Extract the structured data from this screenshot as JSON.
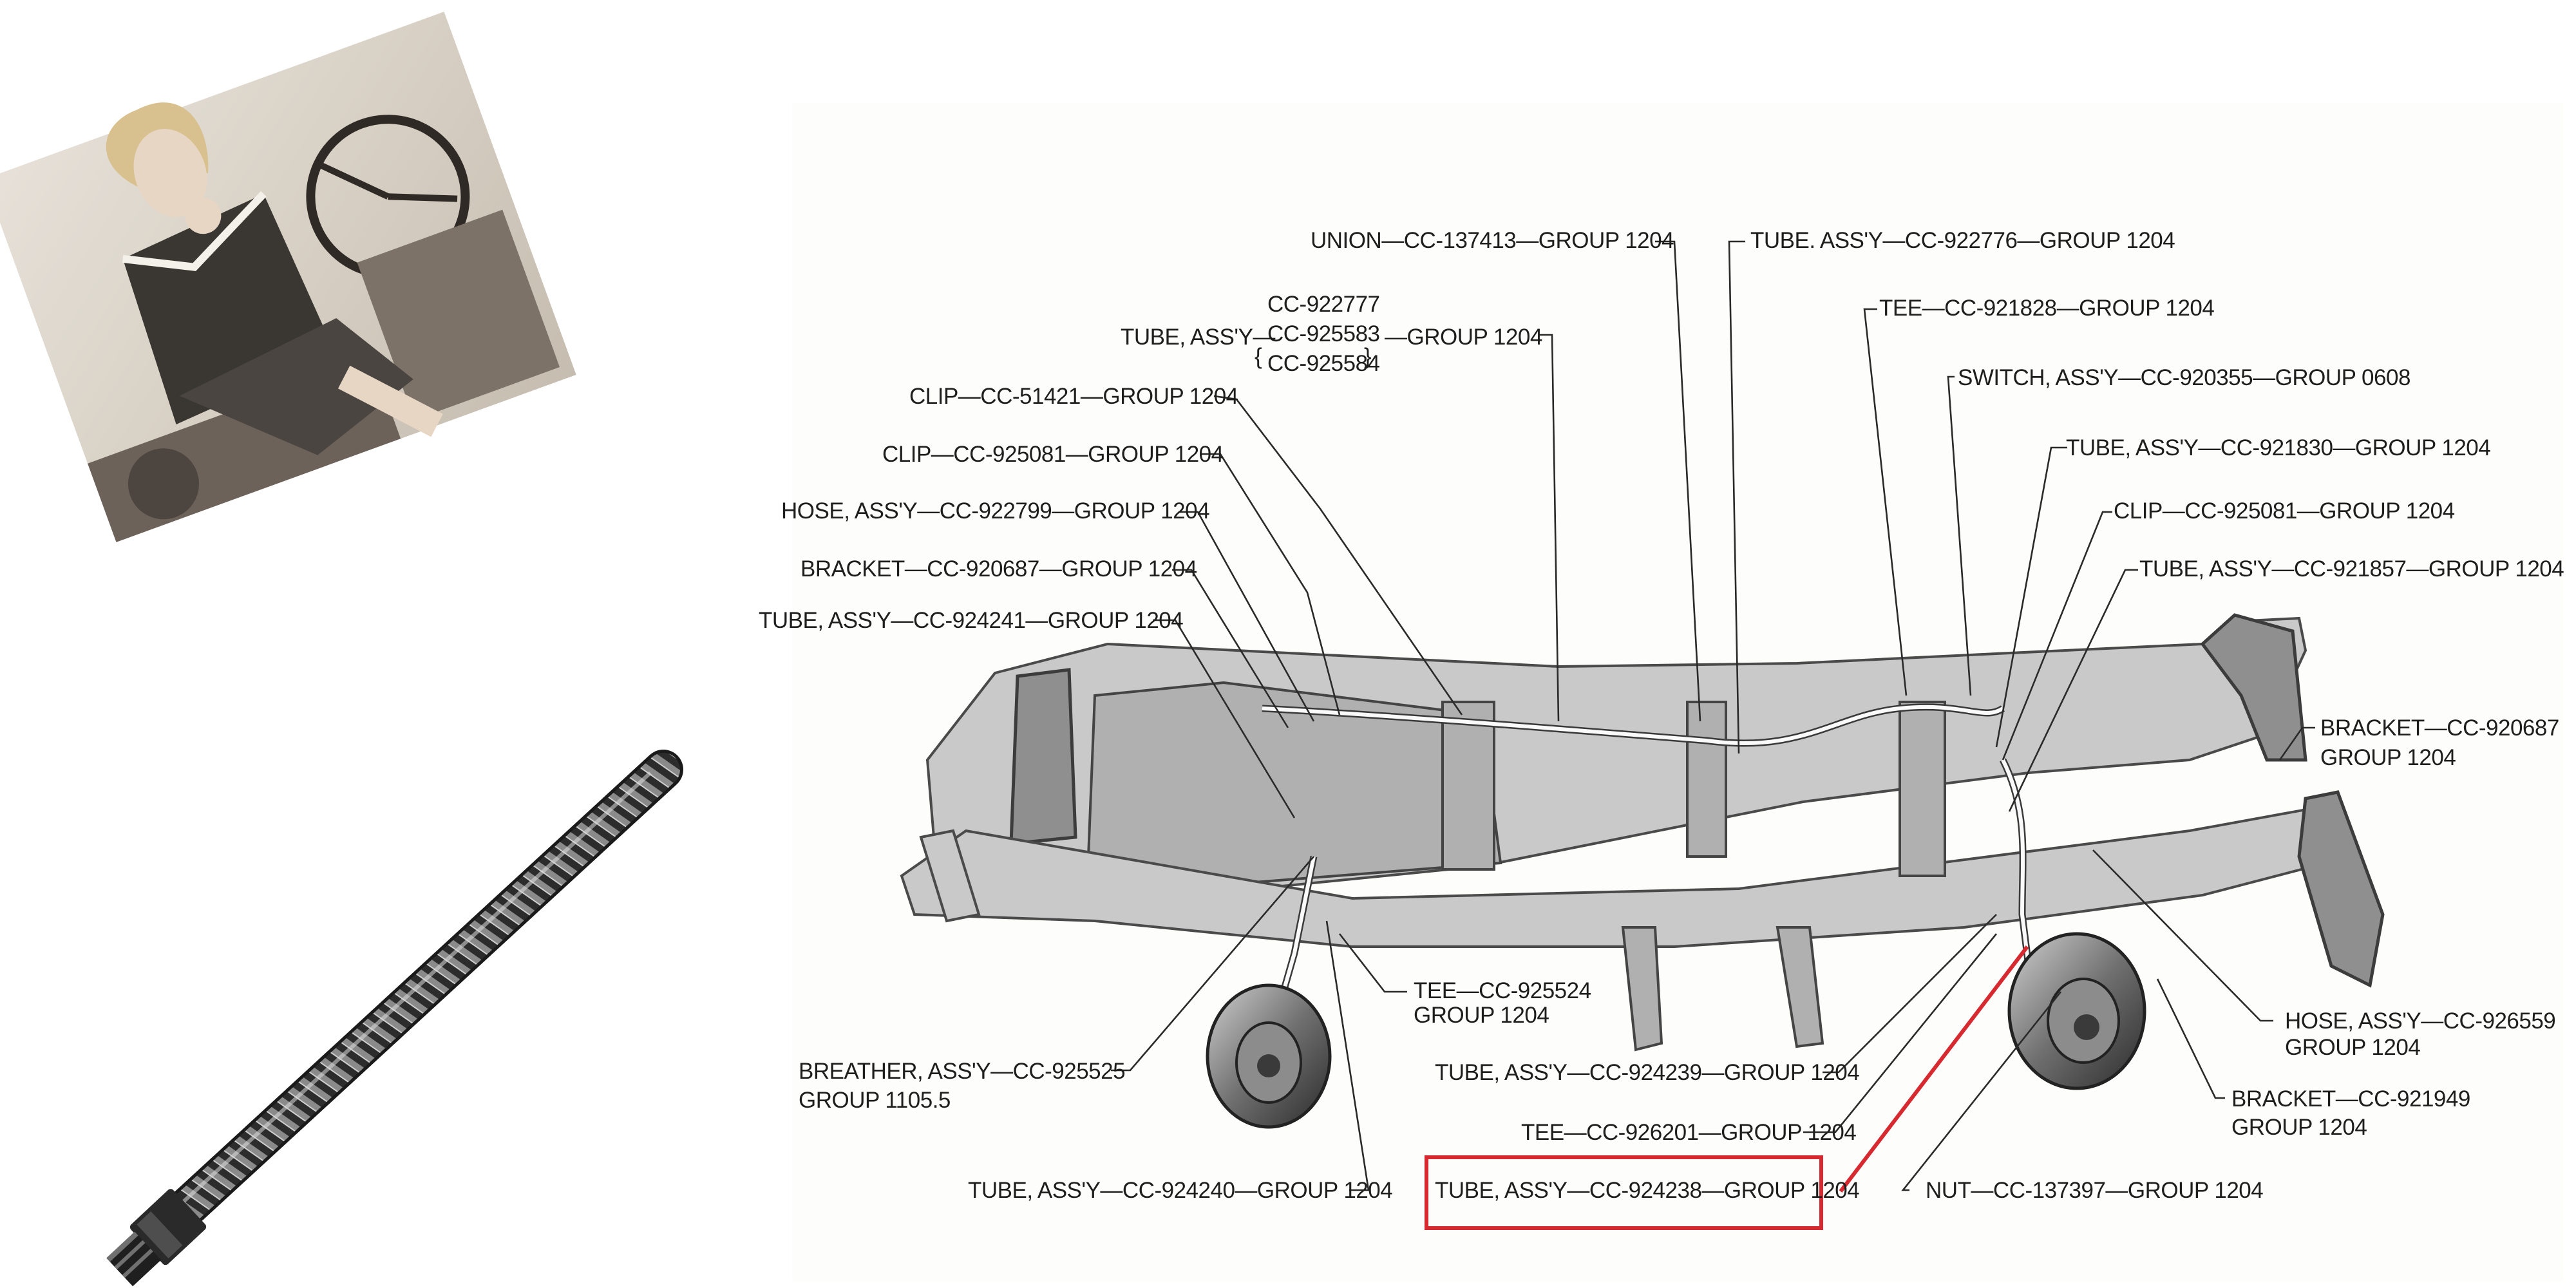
{
  "labels": {
    "union": "UNION—CC-137413—GROUP 1204",
    "tube_922776": "TUBE. ASS'Y—CC-922776—GROUP 1204",
    "tee_921828": "TEE—CC-921828—GROUP 1204",
    "tube_group_prefix": "TUBE, ASS'Y—",
    "tube_group_part_1": "CC-922777",
    "tube_group_part_2": "CC-925583",
    "tube_group_part_3": "CC-925584",
    "tube_group_suffix": "—GROUP 1204",
    "switch": "SWITCH, ASS'Y—CC-920355—GROUP 0608",
    "clip_51421": "CLIP—CC-51421—GROUP 1204",
    "clip_925081_left": "CLIP—CC-925081—GROUP 1204",
    "tube_921830": "TUBE, ASS'Y—CC-921830—GROUP 1204",
    "hose_922799": "HOSE, ASS'Y—CC-922799—GROUP 1204",
    "clip_925081_right": "CLIP—CC-925081—GROUP 1204",
    "bracket_920687_left": "BRACKET—CC-920687—GROUP 1204",
    "tube_921857": "TUBE, ASS'Y—CC-921857—GROUP 1204",
    "tube_924241": "TUBE, ASS'Y—CC-924241—GROUP 1204",
    "bracket_920687_right_1": "BRACKET—CC-920687",
    "bracket_920687_right_2": "GROUP 1204",
    "tee_925524_1": "TEE—CC-925524",
    "tee_925524_2": "GROUP 1204",
    "hose_926559_1": "HOSE, ASS'Y—CC-926559",
    "hose_926559_2": "GROUP 1204",
    "breather_1": "BREATHER, ASS'Y—CC-925525",
    "breather_2": "GROUP 1105.5",
    "tube_924239": "TUBE, ASS'Y—CC-924239—GROUP 1204",
    "bracket_921949_1": "BRACKET—CC-921949",
    "bracket_921949_2": "GROUP 1204",
    "tee_926201": "TEE—CC-926201—GROUP 1204",
    "tube_924240": "TUBE, ASS'Y—CC-924240—GROUP 1204",
    "tube_924238": "TUBE, ASS'Y—CC-924238—GROUP 1204",
    "nut_137397": "NUT—CC-137397—GROUP 1204"
  },
  "colors": {
    "highlight": "#d62a30",
    "sepia_bg": "#d9d2c7",
    "sepia_dark": "#5a4e45",
    "chassis_fill": "#b8b8b8",
    "hose_metal": "#3d3d3d"
  },
  "images": {
    "photo_woman_on_tractor": "sepia-photo",
    "braided_brake_hose": "stainless-braided-hose"
  }
}
